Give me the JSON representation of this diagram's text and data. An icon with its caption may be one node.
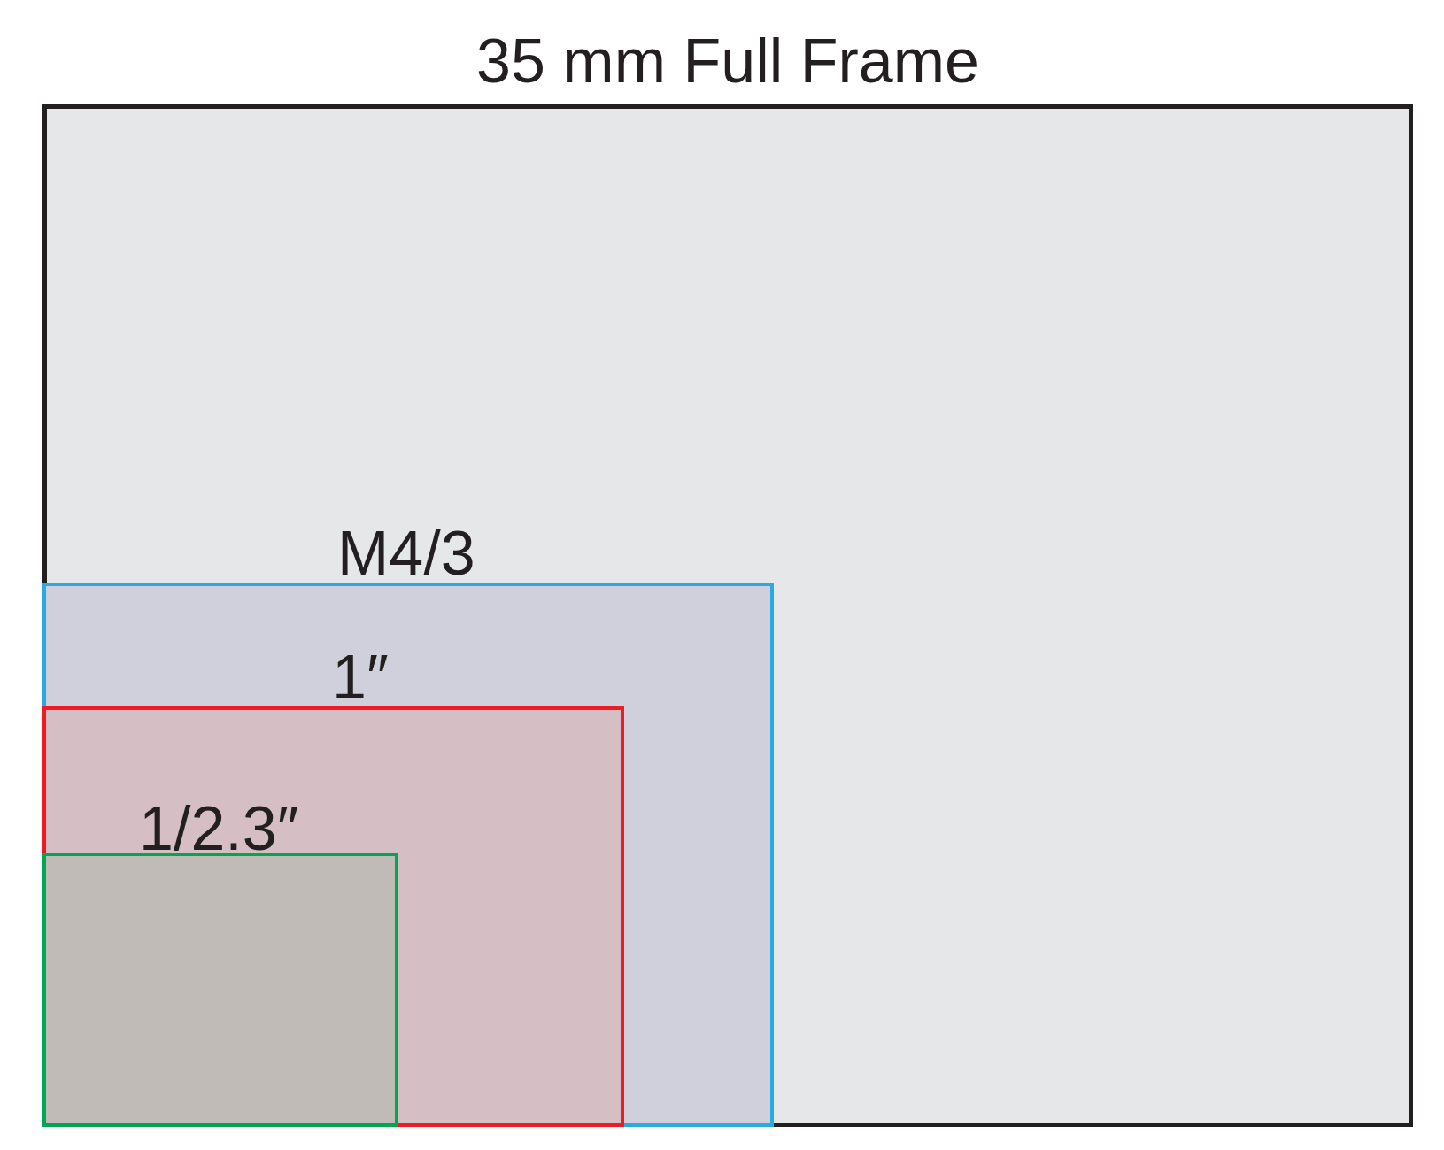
{
  "diagram": {
    "nodes": [
      {
        "text": [
          "35 mm Full Frame"
        ]
      },
      {
        "text": [
          "M4/3"
        ],
        "in": 0
      },
      {
        "text": [
          "1″"
        ],
        "in": 1
      },
      {
        "text": [
          "1/2.3″"
        ],
        "in": 2
      }
    ]
  }
}
